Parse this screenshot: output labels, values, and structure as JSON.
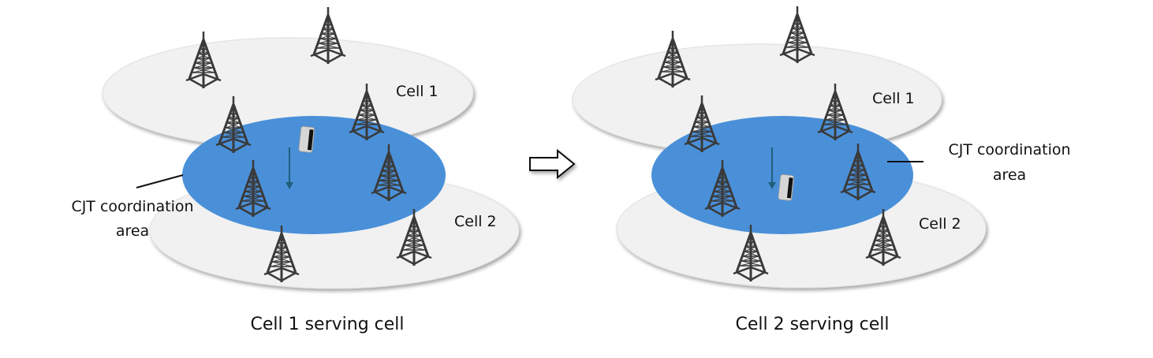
{
  "colors": {
    "cell_fill": "#f1f1f1",
    "cell_edge": "#d9d9d9",
    "cjt_fill": "#4a90d9",
    "tower": "#3a3a3a",
    "motion_arrow": "#1f5f7a",
    "device_body": "#d9d9d9",
    "device_screen": "#111111"
  },
  "transition_arrow": {
    "icon": "block-arrow-right-icon"
  },
  "panels": [
    {
      "id": "left",
      "caption": "Cell 1 serving cell",
      "cells": [
        {
          "label": "Cell 1"
        },
        {
          "label": "Cell 2"
        }
      ],
      "cjt_label_line1": "CJT coordination",
      "cjt_label_line2": "area",
      "ue_position": "upper (inside Cell 1 overlap)",
      "motion": "downward"
    },
    {
      "id": "right",
      "caption": "Cell 2 serving cell",
      "cells": [
        {
          "label": "Cell 1"
        },
        {
          "label": "Cell 2"
        }
      ],
      "cjt_label_line1": "CJT coordination",
      "cjt_label_line2": "area",
      "ue_position": "lower (inside Cell 2 overlap)",
      "motion": "downward"
    }
  ]
}
